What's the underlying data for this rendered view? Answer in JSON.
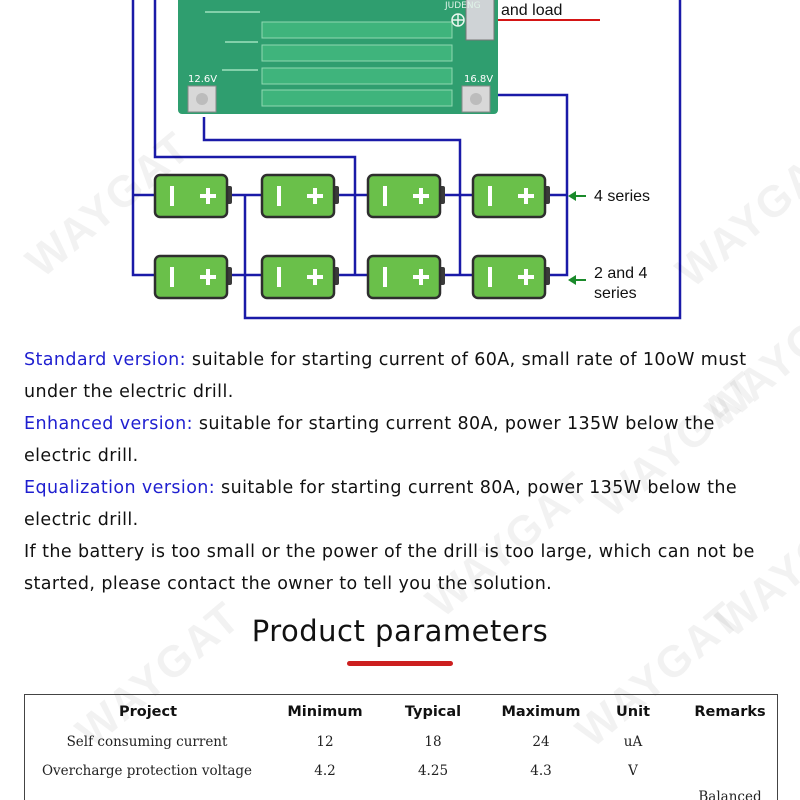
{
  "diagram": {
    "board_labels": {
      "left_voltage": "12.6V",
      "right_voltage": "16.8V",
      "marking": "JUDENG"
    },
    "callout_top": "and load",
    "series_labels": {
      "four_series": "4 series",
      "two_four_line1": "2 and 4",
      "two_four_line2": "series"
    },
    "cell_symbol": "I +",
    "colors": {
      "wire": "#1a1aa8",
      "battery": "#6ac04a",
      "board": "#2f9e6f",
      "arrow": "#1a8a2a",
      "callout_line": "#d41515"
    }
  },
  "watermark": "WAYGAT",
  "descriptions": [
    {
      "key": "Standard version:",
      "text": " suitable for starting current of 60A, small rate of 10oW must under the electric drill."
    },
    {
      "key": "Enhanced version:",
      "text": " suitable for starting current 80A, power 135W below the electric drill."
    },
    {
      "key": "Equalization version:",
      "text": " suitable for starting current 80A, power 135W below the electric drill."
    },
    {
      "key": "",
      "text": "If the battery is too small or the power of the drill is too large, which can not be started, please contact the owner to tell you the solution."
    }
  ],
  "section_title": "Product parameters",
  "table": {
    "headers": [
      "Project",
      "Minimum",
      "Typical",
      "Maximum",
      "Unit",
      "Remarks"
    ],
    "rows": [
      [
        "Self consuming current",
        "12",
        "18",
        "24",
        "uA",
        ""
      ],
      [
        "Overcharge protection voltage",
        "4.2",
        "4.25",
        "4.3",
        "V",
        ""
      ],
      [
        "",
        "",
        "",
        "",
        "",
        "Balanced"
      ]
    ]
  }
}
